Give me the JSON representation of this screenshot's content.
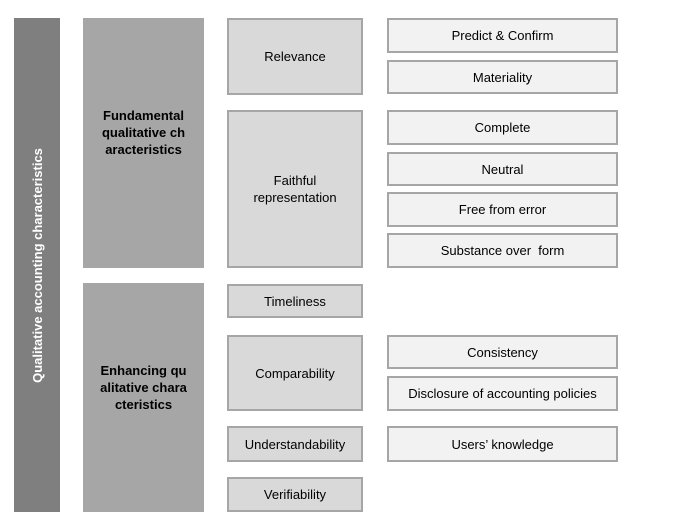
{
  "root": {
    "label": "Qualitative accounting characteristics"
  },
  "groups": {
    "fundamental": {
      "label": "Fundamental qualitative characteristics"
    },
    "enhancing": {
      "label": "Enhancing qualitative characteristics"
    }
  },
  "characteristics": {
    "relevance": "Relevance",
    "faithful": "Faithful representation",
    "timeliness": "Timeliness",
    "comparability": "Comparability",
    "understandability": "Understandability",
    "verifiability": "Verifiability"
  },
  "attributes": {
    "predict_confirm": "Predict & Confirm",
    "materiality": "Materiality",
    "complete": "Complete",
    "neutral": "Neutral",
    "free_from_error": "Free from error",
    "substance_over_form": "Substance over  form",
    "consistency": "Consistency",
    "disclosure": "Disclosure of accounting policies",
    "users_knowledge": "Users’ knowledge"
  }
}
